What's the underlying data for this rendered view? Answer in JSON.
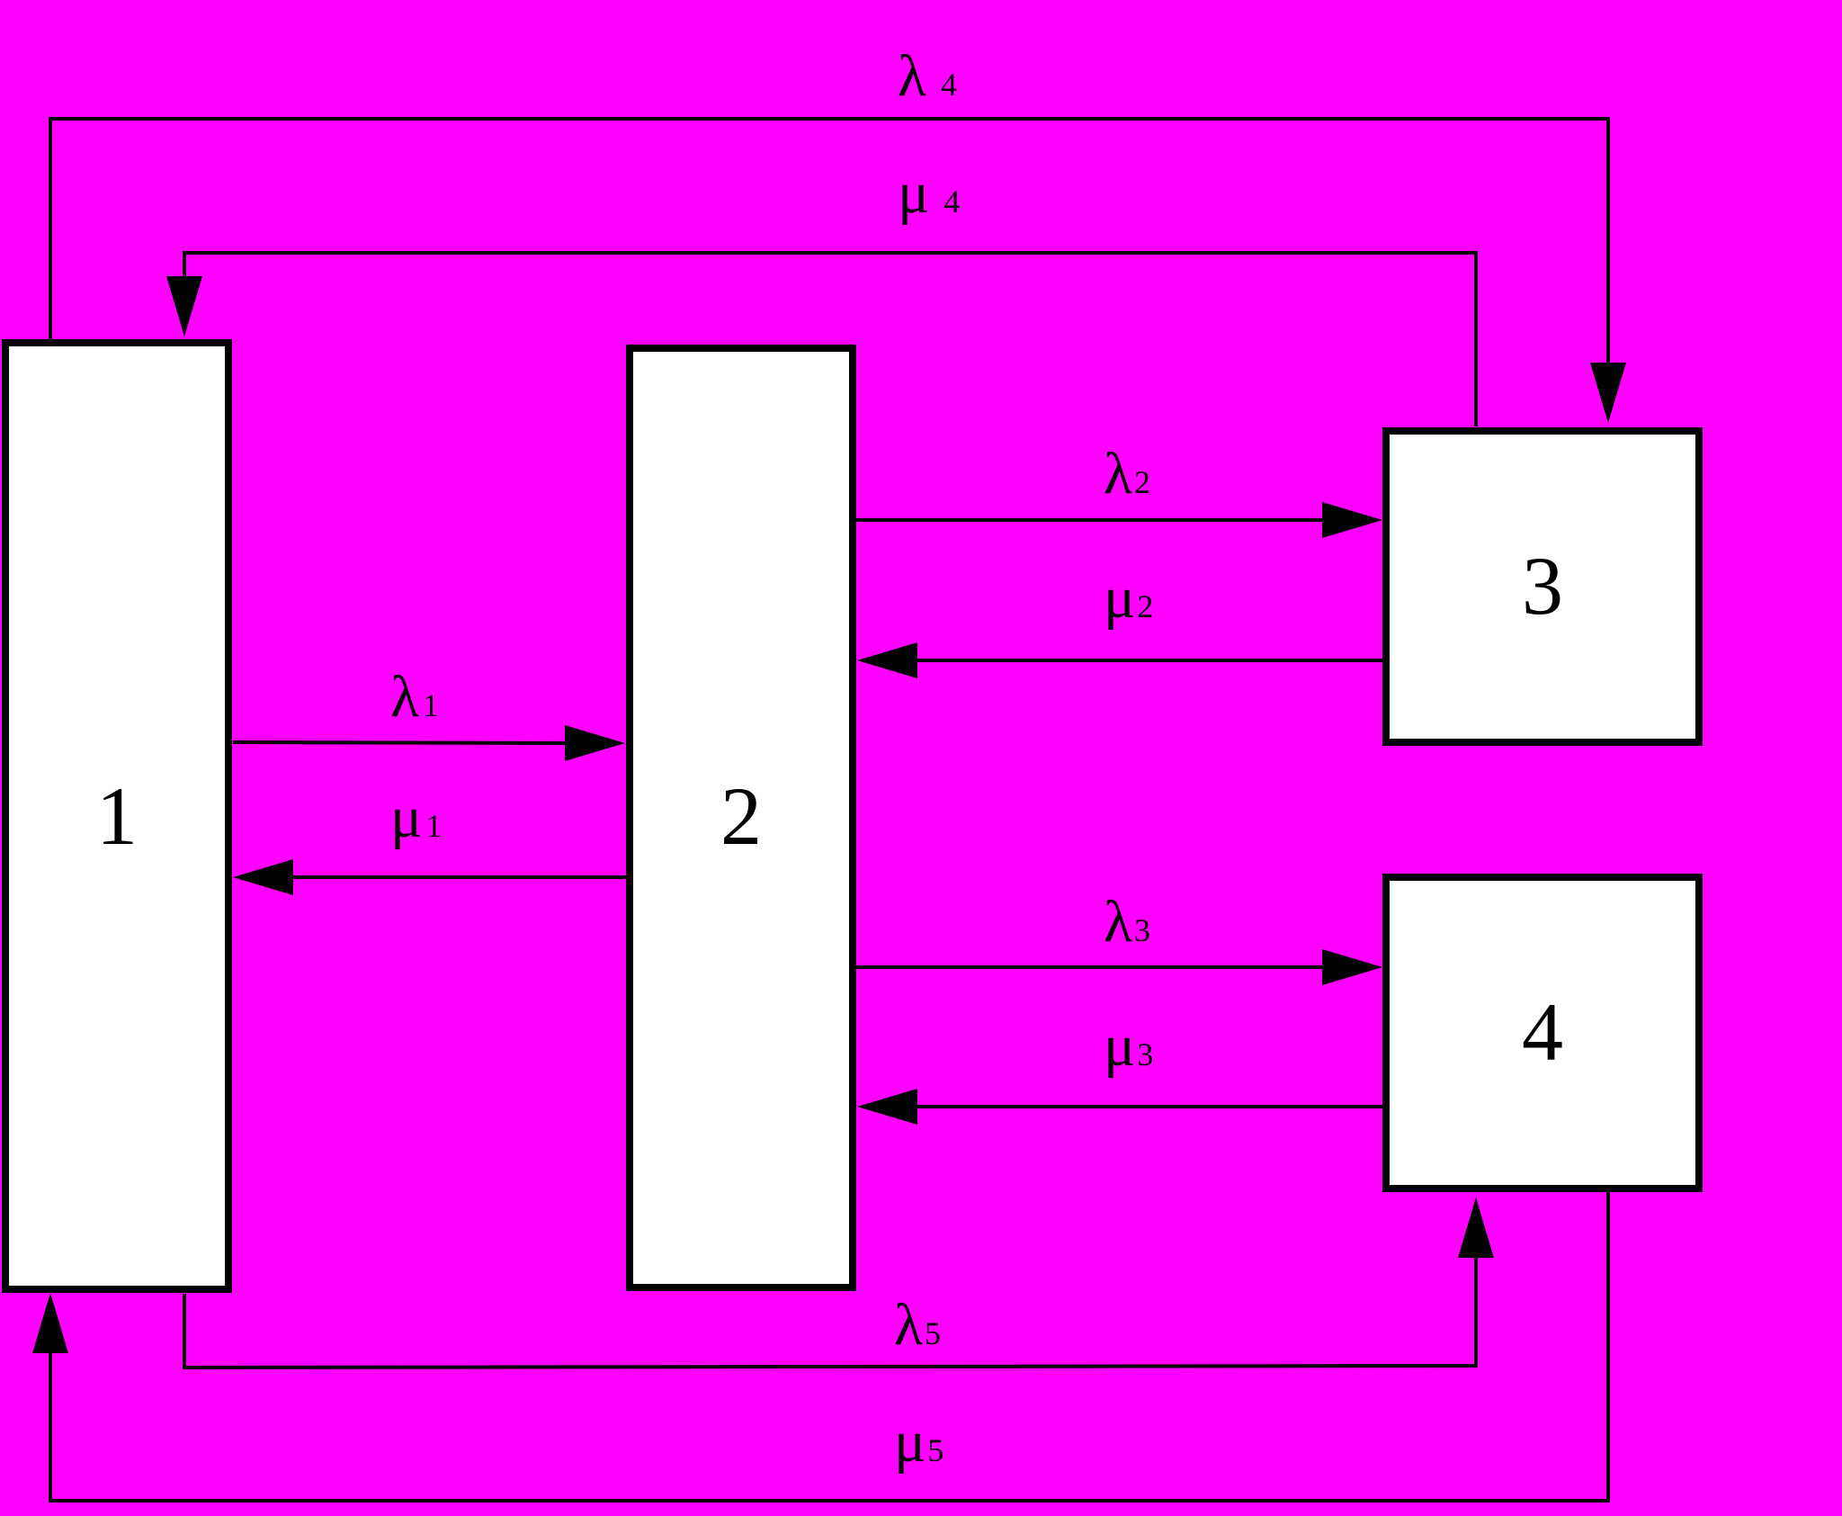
{
  "colors": {
    "background": "#FF00FF",
    "node_fill": "#FFFFFF",
    "ink": "#000000"
  },
  "nodes": [
    {
      "id": "1",
      "label": "1"
    },
    {
      "id": "2",
      "label": "2"
    },
    {
      "id": "3",
      "label": "3"
    },
    {
      "id": "4",
      "label": "4"
    }
  ],
  "edges": [
    {
      "id": "lambda4",
      "from": "1",
      "to": "3",
      "symbol": "λ",
      "index": "4"
    },
    {
      "id": "mu4",
      "from": "3",
      "to": "1",
      "symbol": "μ",
      "index": "4"
    },
    {
      "id": "lambda2",
      "from": "2",
      "to": "3",
      "symbol": "λ",
      "index": "2"
    },
    {
      "id": "mu2",
      "from": "3",
      "to": "2",
      "symbol": "μ",
      "index": "2"
    },
    {
      "id": "lambda1",
      "from": "1",
      "to": "2",
      "symbol": "λ",
      "index": "1"
    },
    {
      "id": "mu1",
      "from": "2",
      "to": "1",
      "symbol": "μ",
      "index": "1"
    },
    {
      "id": "lambda3",
      "from": "2",
      "to": "4",
      "symbol": "λ",
      "index": "3"
    },
    {
      "id": "mu3",
      "from": "4",
      "to": "2",
      "symbol": "μ",
      "index": "3"
    },
    {
      "id": "lambda5",
      "from": "1",
      "to": "4",
      "symbol": "λ",
      "index": "5"
    },
    {
      "id": "mu5",
      "from": "4",
      "to": "1",
      "symbol": "μ",
      "index": "5"
    }
  ]
}
